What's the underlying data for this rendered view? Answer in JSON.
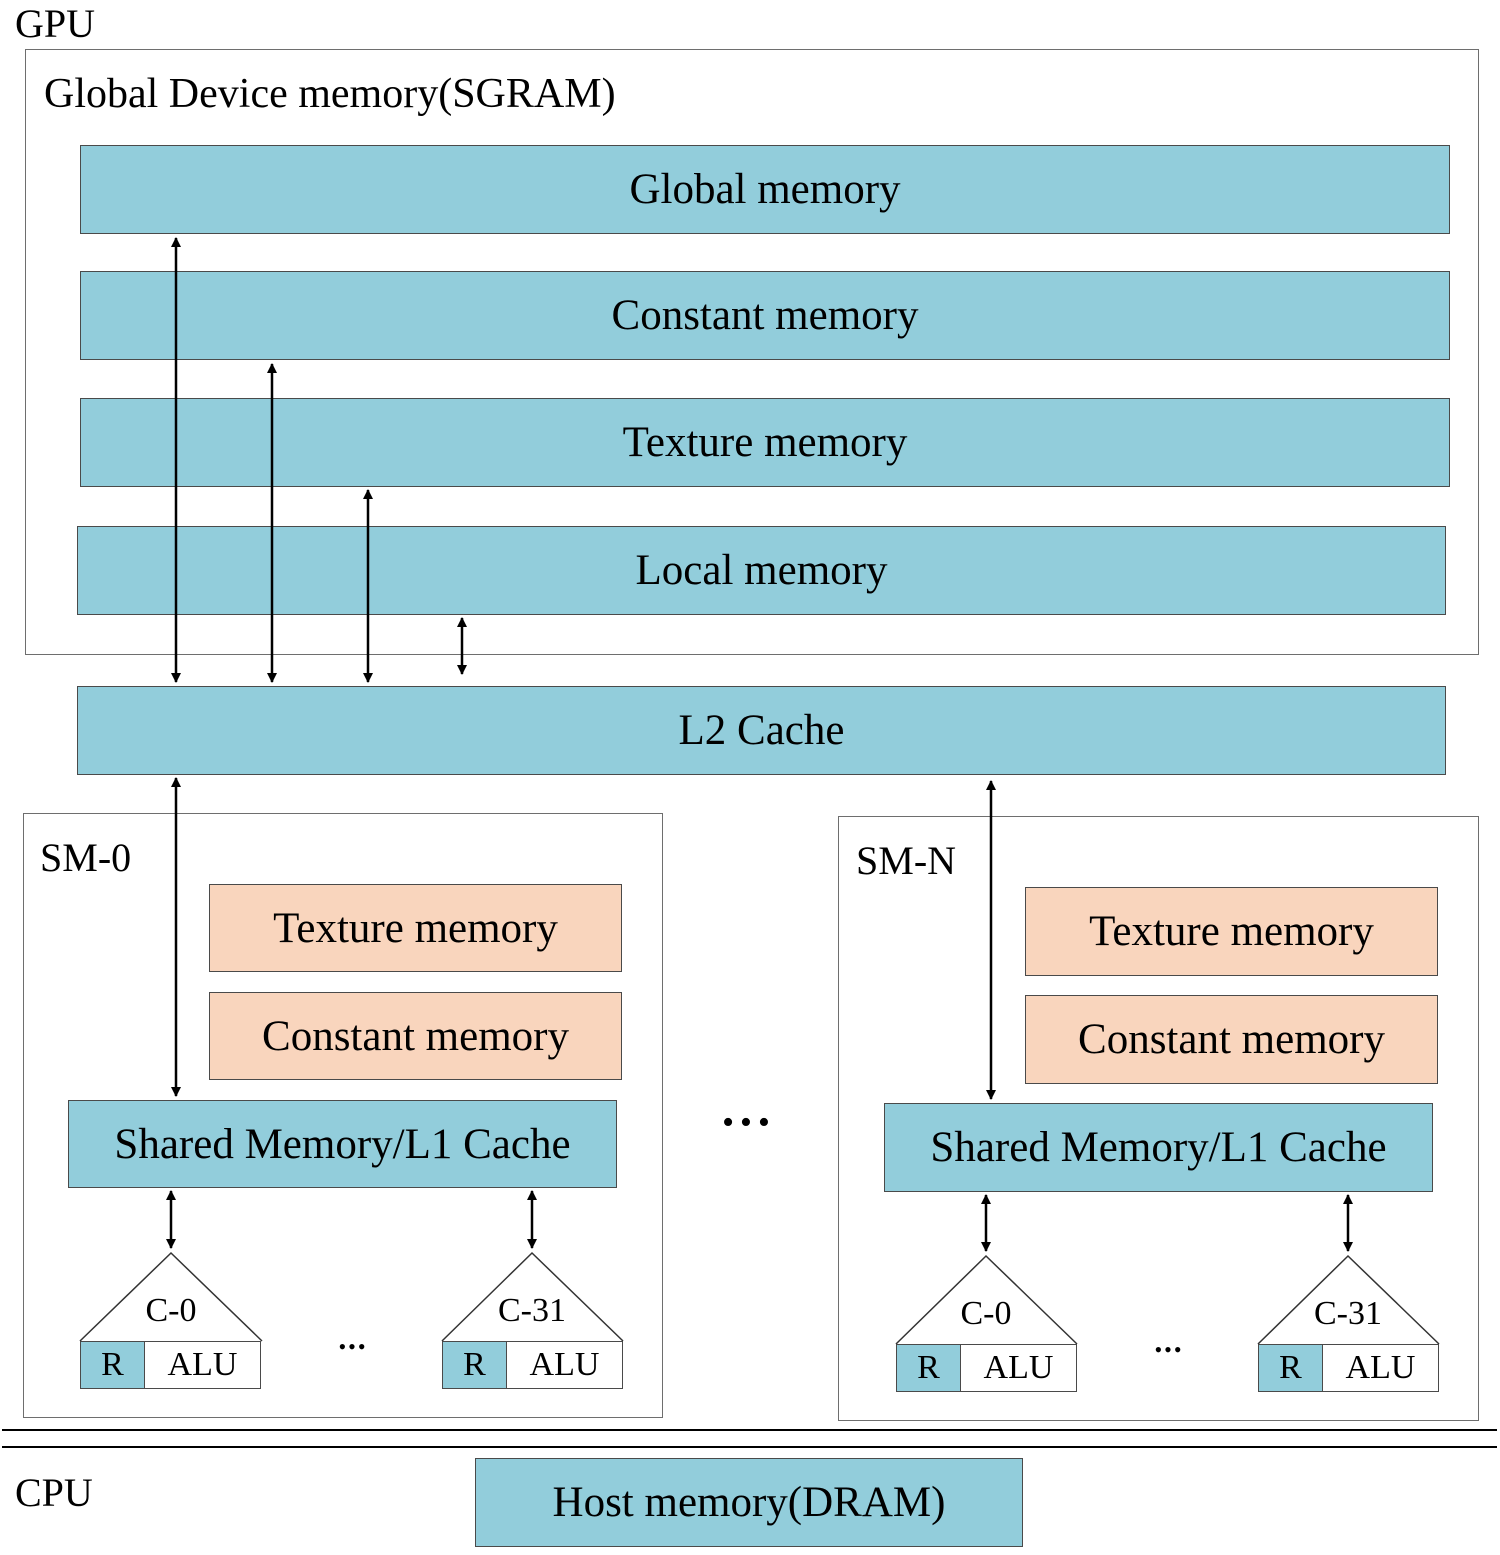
{
  "gpu_label": "GPU",
  "cpu_label": "CPU",
  "global_device": {
    "title": "Global Device memory(SGRAM)",
    "blocks": [
      "Global memory",
      "Constant memory",
      "Texture memory",
      "Local memory"
    ]
  },
  "l2_cache": "L2 Cache",
  "sm_between_dots": "•••",
  "sms": [
    {
      "title": "SM-0",
      "texture": "Texture memory",
      "constant": "Constant memory",
      "shared": "Shared Memory/L1 Cache",
      "core_dots": "•••",
      "cores": [
        {
          "name": "C-0",
          "r": "R",
          "alu": "ALU"
        },
        {
          "name": "C-31",
          "r": "R",
          "alu": "ALU"
        }
      ]
    },
    {
      "title": "SM-N",
      "texture": "Texture memory",
      "constant": "Constant memory",
      "shared": "Shared Memory/L1 Cache",
      "core_dots": "•••",
      "cores": [
        {
          "name": "C-0",
          "r": "R",
          "alu": "ALU"
        },
        {
          "name": "C-31",
          "r": "R",
          "alu": "ALU"
        }
      ]
    }
  ],
  "host_memory": "Host memory(DRAM)",
  "colors": {
    "memory_block": "#92cddb",
    "sm_local_block": "#f9d5bd",
    "frame_border": "#6e6e6e"
  }
}
